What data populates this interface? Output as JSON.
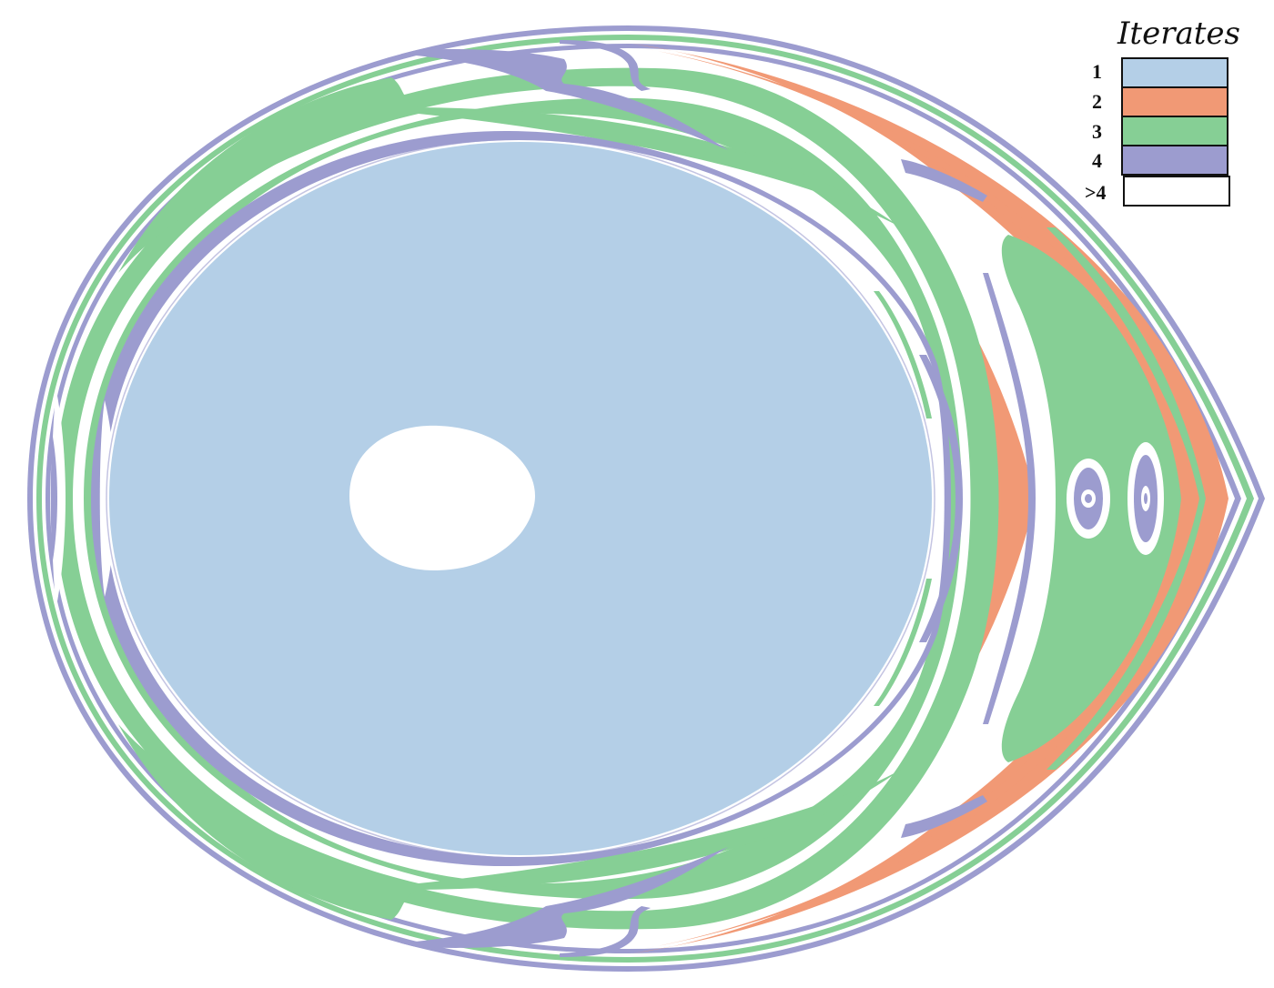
{
  "legend": {
    "title": "Iterates",
    "entries": [
      {
        "label": "1",
        "color": "#b4cfe7"
      },
      {
        "label": "2",
        "color": "#f19975"
      },
      {
        "label": "3",
        "color": "#86cf95"
      },
      {
        "label": "4",
        "color": "#9c9ccf"
      },
      {
        "label": ">4",
        "color": "#ffffff"
      }
    ]
  },
  "colors": {
    "iterate_1": "#b4cfe7",
    "iterate_2": "#f19975",
    "iterate_3": "#86cf95",
    "iterate_4": "#9c9ccf",
    "escape": "#ffffff"
  }
}
